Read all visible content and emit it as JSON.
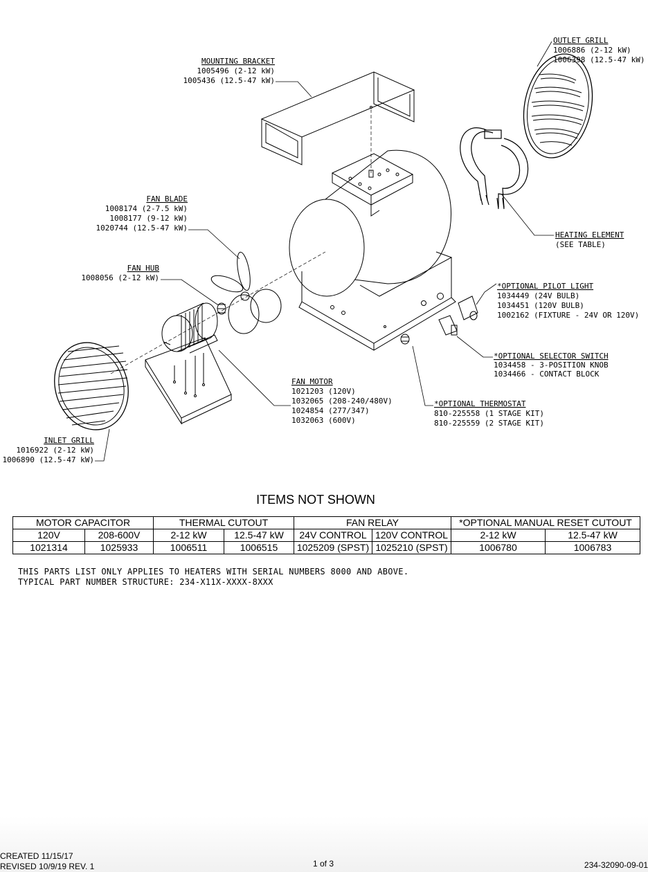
{
  "callouts": {
    "outlet_grill": {
      "title": "OUTLET GRILL",
      "lines": [
        "1006886 (2-12 kW)",
        "1006398 (12.5-47 kW)"
      ]
    },
    "mounting_bracket": {
      "title": "MOUNTING BRACKET",
      "lines": [
        "1005496 (2-12 kW)",
        "1005436 (12.5-47 kW)"
      ]
    },
    "fan_blade": {
      "title": "FAN BLADE",
      "lines": [
        "1008174 (2-7.5 kW)",
        "1008177 (9-12 kW)",
        "1020744 (12.5-47 kW)"
      ]
    },
    "heating_element": {
      "title": "HEATING ELEMENT",
      "lines": [
        "(SEE TABLE)"
      ]
    },
    "fan_hub": {
      "title": "FAN HUB",
      "lines": [
        "1008056 (2-12 kW)"
      ]
    },
    "pilot_light": {
      "title": "*OPTIONAL PILOT LIGHT",
      "lines": [
        "1034449 (24V BULB)",
        "1034451 (120V BULB)",
        "1002162 (FIXTURE - 24V OR 120V)"
      ]
    },
    "selector_switch": {
      "title": "*OPTIONAL SELECTOR SWITCH",
      "lines": [
        "1034458 - 3-POSITION KNOB",
        "1034466 - CONTACT BLOCK"
      ]
    },
    "fan_motor": {
      "title": "FAN MOTOR",
      "lines": [
        "1021203 (120V)",
        "1032065 (208-240/480V)",
        "1024854 (277/347)",
        "1032063 (600V)"
      ]
    },
    "thermostat": {
      "title": "*OPTIONAL THERMOSTAT",
      "lines": [
        "810-225558 (1 STAGE KIT)",
        "810-225559 (2 STAGE KIT)"
      ]
    },
    "inlet_grill": {
      "title": "INLET GRILL",
      "lines": [
        "1016922 (2-12 kW)",
        "1006890 (12.5-47 kW)"
      ]
    }
  },
  "items_not_shown": {
    "title": "ITEMS NOT SHOWN",
    "groups": [
      "MOTOR CAPACITOR",
      "THERMAL CUTOUT",
      "FAN RELAY",
      "*OPTIONAL MANUAL RESET CUTOUT"
    ],
    "subheaders": [
      "120V",
      "208-600V",
      "2-12 kW",
      "12.5-47 kW",
      "24V CONTROL",
      "120V CONTROL",
      "2-12 kW",
      "12.5-47 kW"
    ],
    "values": [
      "1021314",
      "1025933",
      "1006511",
      "1006515",
      "1025209 (SPST)",
      "1025210 (SPST)",
      "1006780",
      "1006783"
    ]
  },
  "notes": [
    "THIS PARTS LIST ONLY APPLIES TO HEATERS WITH SERIAL NUMBERS 8000 AND ABOVE.",
    "TYPICAL PART NUMBER STRUCTURE: 234-X11X-XXXX-8XXX"
  ],
  "footer": {
    "created": "CREATED 11/15/17",
    "revised": "REVISED 10/9/19 REV. 1",
    "page": "1 of 3",
    "doc_number": "234-32090-09-01"
  }
}
